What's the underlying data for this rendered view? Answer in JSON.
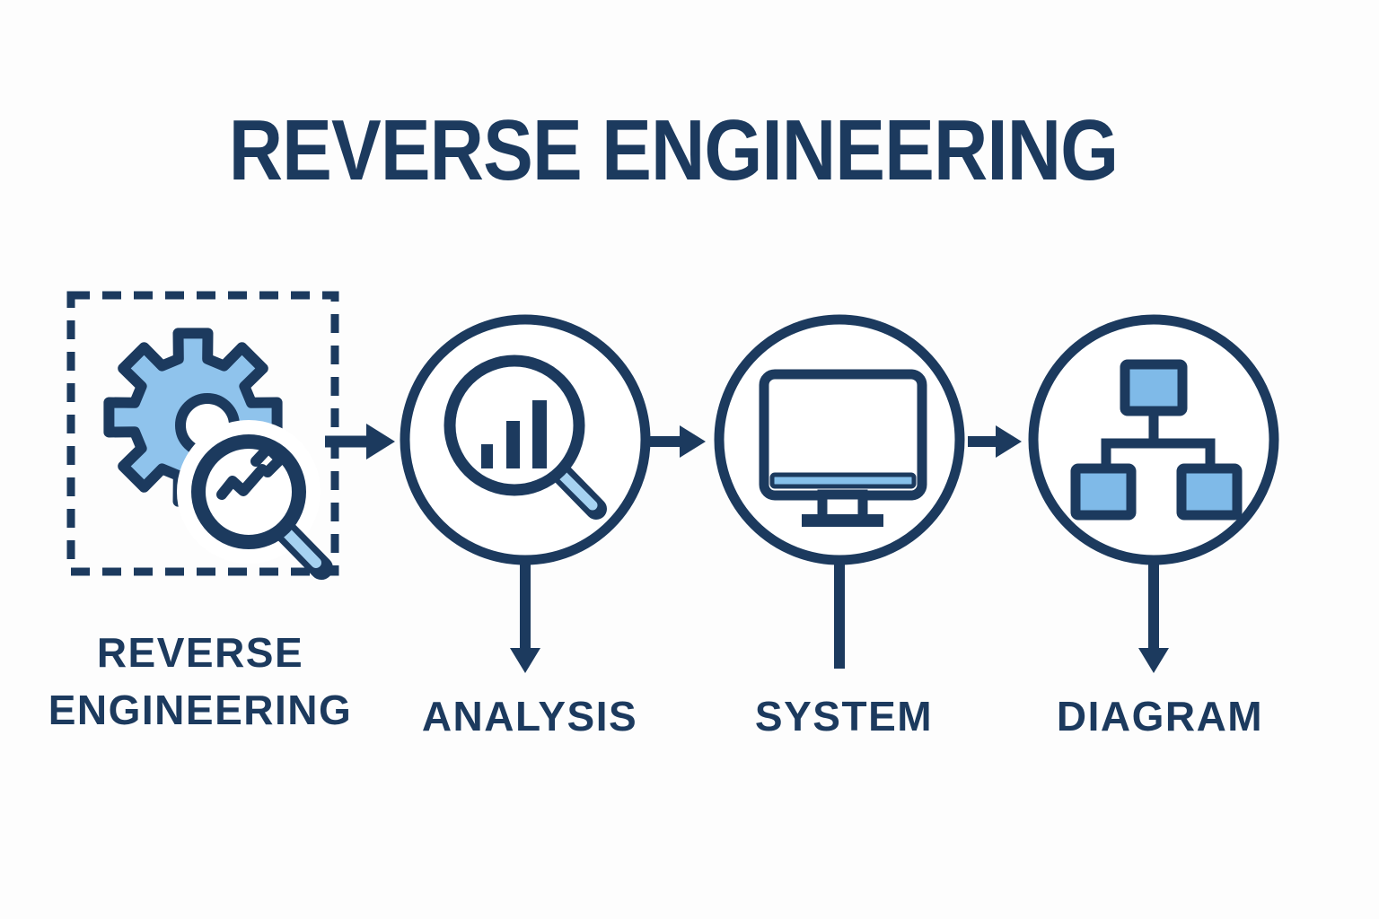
{
  "background": "#fdfdfd",
  "colors": {
    "bg": "#fdfdfd",
    "navy": "#1c3a5e",
    "gear_blue": "#8fc3ec",
    "handle_blue": "#a6d2f1",
    "strip_blue": "#86c0ea",
    "node_blue": "#7fbae8"
  },
  "title": "REVERSE ENGINEERING",
  "flow": {
    "steps": [
      {
        "id": "reverse-engineering",
        "label_line1": "REVERSE",
        "label_line2": "ENGINEERING",
        "shape": "dashed-square",
        "icon": "gear-with-magnifier-wrench-icon",
        "connector_below": "none"
      },
      {
        "id": "analysis",
        "label": "ANALYSIS",
        "shape": "circle",
        "icon": "magnifier-bar-chart-icon",
        "connector_below": "arrow-down"
      },
      {
        "id": "system",
        "label": "SYSTEM",
        "shape": "circle",
        "icon": "computer-monitor-icon",
        "connector_below": "line-down"
      },
      {
        "id": "diagram",
        "label": "DIAGRAM",
        "shape": "circle",
        "icon": "hierarchy-tree-icon",
        "connector_below": "arrow-down"
      }
    ],
    "between_connectors": [
      "arrow-right",
      "arrow-right",
      "arrow-right"
    ]
  }
}
